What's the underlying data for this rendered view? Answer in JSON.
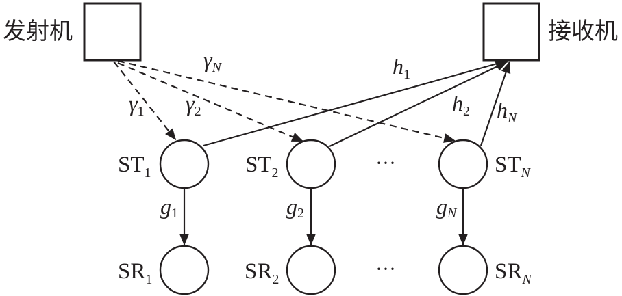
{
  "transmitter": {
    "label": "发射机"
  },
  "receiver": {
    "label": "接收机"
  },
  "ellipsis": "···",
  "secondary_transmitters": [
    {
      "base": "ST",
      "sub": "1"
    },
    {
      "base": "ST",
      "sub": "2"
    },
    {
      "base": "ST",
      "sub": "N"
    }
  ],
  "secondary_receivers": [
    {
      "base": "SR",
      "sub": "1"
    },
    {
      "base": "SR",
      "sub": "2"
    },
    {
      "base": "SR",
      "sub": "N"
    }
  ],
  "channels": {
    "gamma": [
      {
        "sym": "γ",
        "sub": "1"
      },
      {
        "sym": "γ",
        "sub": "2"
      },
      {
        "sym": "γ",
        "sub": "N"
      }
    ],
    "h": [
      {
        "sym": "h",
        "sub": "1"
      },
      {
        "sym": "h",
        "sub": "2"
      },
      {
        "sym": "h",
        "sub": "N"
      }
    ],
    "g": [
      {
        "sym": "g",
        "sub": "1"
      },
      {
        "sym": "g",
        "sub": "2"
      },
      {
        "sym": "g",
        "sub": "N"
      }
    ]
  },
  "colors": {
    "stroke": "#231f20"
  }
}
